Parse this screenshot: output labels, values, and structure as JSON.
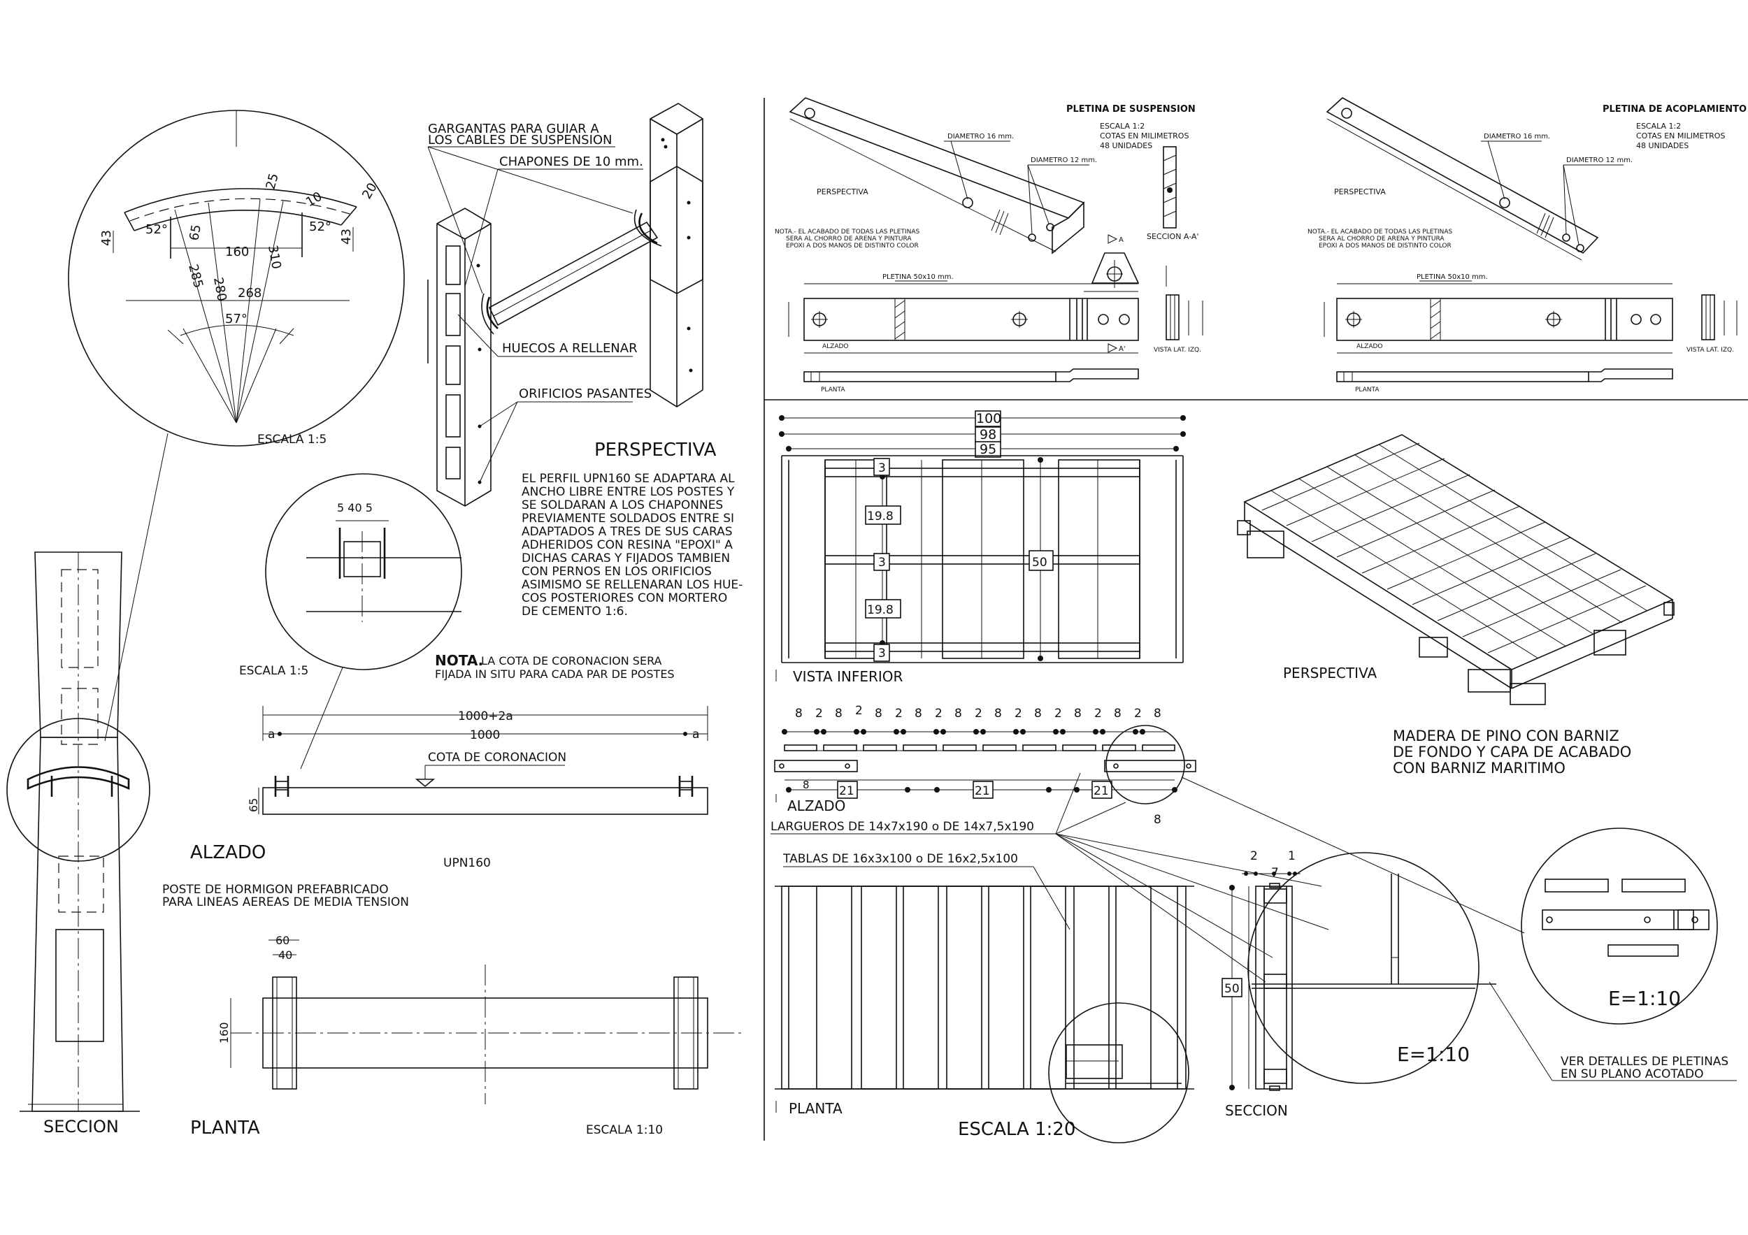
{
  "left": {
    "detail_circle": {
      "dims": [
        "43",
        "52°",
        "65",
        "160",
        "280",
        "285",
        "25",
        "10",
        "52°",
        "310",
        "43",
        "20",
        "268",
        "57°"
      ],
      "scale": "ESCALA 1:5"
    },
    "seccion_label": "SECCION",
    "perspectiva": {
      "callout_gargantas_1": "GARGANTAS PARA GUIAR A",
      "callout_gargantas_2": "LOS CABLES DE SUSPENSION",
      "callout_chapones": "CHAPONES DE 10 mm.",
      "callout_huecos": "HUECOS A RELLENAR",
      "callout_orificios": "ORIFICIOS PASANTES",
      "title": "PERSPECTIVA"
    },
    "description": [
      "EL PERFIL UPN160 SE ADAPTARA AL",
      "ANCHO LIBRE ENTRE LOS POSTES Y",
      "SE SOLDARAN A LOS CHAPONNES",
      "PREVIAMENTE SOLDADOS ENTRE SI",
      "ADAPTADOS A TRES DE SUS CARAS",
      "ADHERIDOS CON RESINA \"EPOXI\" A",
      "DICHAS CARAS Y FIJADOS TAMBIEN",
      "CON PERNOS EN LOS ORIFICIOS",
      "ASIMISMO SE RELLENARAN LOS HUE-",
      "COS POSTERIORES CON MORTERO",
      "DE CEMENTO    1:6."
    ],
    "small_circle": {
      "dims": "5  40  5",
      "scale": "ESCALA 1:5"
    },
    "nota": {
      "label": "NOTA.",
      "line1": "LA COTA DE CORONACION SERA",
      "line2": "FIJADA IN SITU PARA CADA PAR DE POSTES"
    },
    "alzado": {
      "dim_total": "1000+2a",
      "dim_inner": "1000",
      "dim_a_left": "a",
      "dim_a_right": "a",
      "cota": "COTA DE CORONACION",
      "dim_height": "65",
      "profile": "UPN160",
      "title": "ALZADO",
      "poste_1": "POSTE DE HORMIGON PREFABRICADO",
      "poste_2": "PARA LINEAS AEREAS DE MEDIA TENSION"
    },
    "planta": {
      "dim_60": "60",
      "dim_40": "40",
      "dim_160": "160",
      "title": "PLANTA",
      "scale": "ESCALA 1:10"
    }
  },
  "pletina_suspension": {
    "title": "PLETINA DE SUSPENSION",
    "info": [
      "ESCALA 1:2",
      "COTAS EN MILIMETROS",
      "48 UNIDADES"
    ],
    "diam16": "DIAMETRO 16 mm.",
    "diam12": "DIAMETRO 12 mm.",
    "perspectiva": "PERSPECTIVA",
    "nota": [
      "NOTA.- EL ACABADO DE TODAS LAS PLETINAS",
      "SERA AL CHORRO DE ARENA Y PINTURA",
      "EPOXI A DOS MANOS DE DISTINTO COLOR"
    ],
    "seccion": "SECCION A-A'",
    "pletina": "PLETINA 50x10 mm.",
    "alzado": "ALZADO",
    "planta": "PLANTA",
    "vista": "VISTA LAT. IZQ.",
    "marker_a": "A",
    "marker_a2": "A'"
  },
  "pletina_acoplamiento": {
    "title": "PLETINA DE ACOPLAMIENTO",
    "info": [
      "ESCALA 1:2",
      "COTAS EN MILIMETROS",
      "48 UNIDADES"
    ],
    "diam16": "DIAMETRO 16 mm.",
    "diam12": "DIAMETRO 12 mm.",
    "perspectiva": "PERSPECTIVA",
    "nota": [
      "NOTA.- EL ACABADO DE TODAS LAS PLETINAS",
      "SERA AL CHORRO DE ARENA Y PINTURA",
      "EPOXI A DOS MANOS DE DISTINTO COLOR"
    ],
    "pletina": "PLETINA 50x10 mm.",
    "alzado": "ALZADO",
    "planta": "PLANTA",
    "vista": "VISTA LAT. IZQ."
  },
  "pallet": {
    "vista_inferior": {
      "dim_100": "100",
      "dim_98": "98",
      "dim_95": "95",
      "dim_3a": "3",
      "dim_198a": "19.8",
      "dim_3b": "3",
      "dim_198b": "19.8",
      "dim_3c": "3",
      "dim_50": "50",
      "title": "VISTA INFERIOR"
    },
    "perspectiva": "PERSPECTIVA",
    "material": [
      "MADERA DE PINO CON BARNIZ",
      "DE FONDO Y CAPA DE ACABADO",
      "CON BARNIZ MARITIMO"
    ],
    "alzado": {
      "top_dims": [
        "8",
        "2",
        "8",
        "2",
        "8",
        "2",
        "8",
        "2",
        "8",
        "2",
        "8",
        "2",
        "8",
        "2",
        "8",
        "2",
        "8",
        "2",
        "8"
      ],
      "dim_21a": "21",
      "dim_21b": "21",
      "dim_21c": "21",
      "dim_8": "8",
      "title": "ALZADO",
      "largueros": "LARGUEROS DE 14x7x190 o DE 14x7,5x190"
    },
    "tablas": "TABLAS DE 16x3x100 o DE 16x2,5x100",
    "planta": {
      "dim_50": "50",
      "title": "PLANTA"
    },
    "seccion": {
      "dim_2": "2",
      "dim_7": "7",
      "dim_1": "1",
      "title": "SECCION"
    },
    "detail_left": "E=1:10",
    "detail_right": "E=1:10",
    "ver_1": "VER DETALLES DE PLETINAS",
    "ver_2": "EN SU PLANO ACOTADO",
    "escala": "ESCALA 1:20"
  }
}
